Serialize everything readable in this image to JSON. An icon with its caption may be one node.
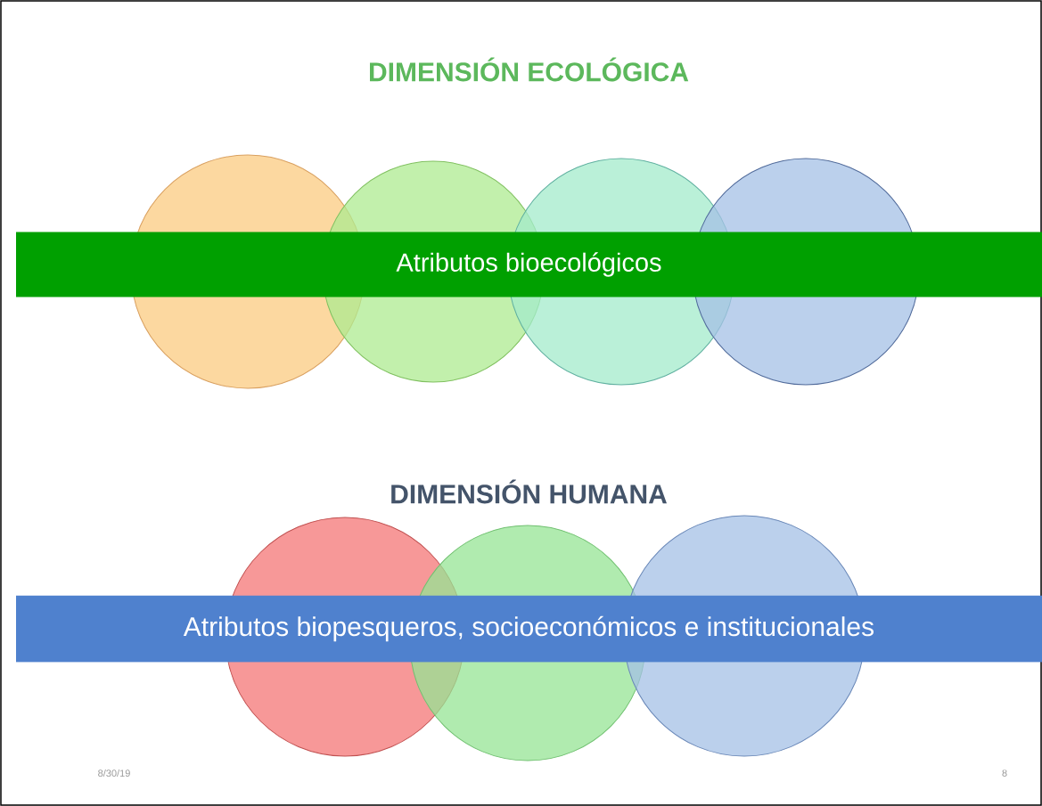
{
  "diagram": {
    "title": "DIMENSIÓN ECOLÓGICA",
    "nodes": [
      {
        "text": [
          "Atributos bioecológicos"
        ]
      },
      {
        "text": [
          "Atributos biopesqueros, socioeconómicos e institucionales"
        ]
      }
    ],
    "labels": [
      "DIMENSIÓN HUMANA",
      "8/30/19",
      "8"
    ]
  }
}
